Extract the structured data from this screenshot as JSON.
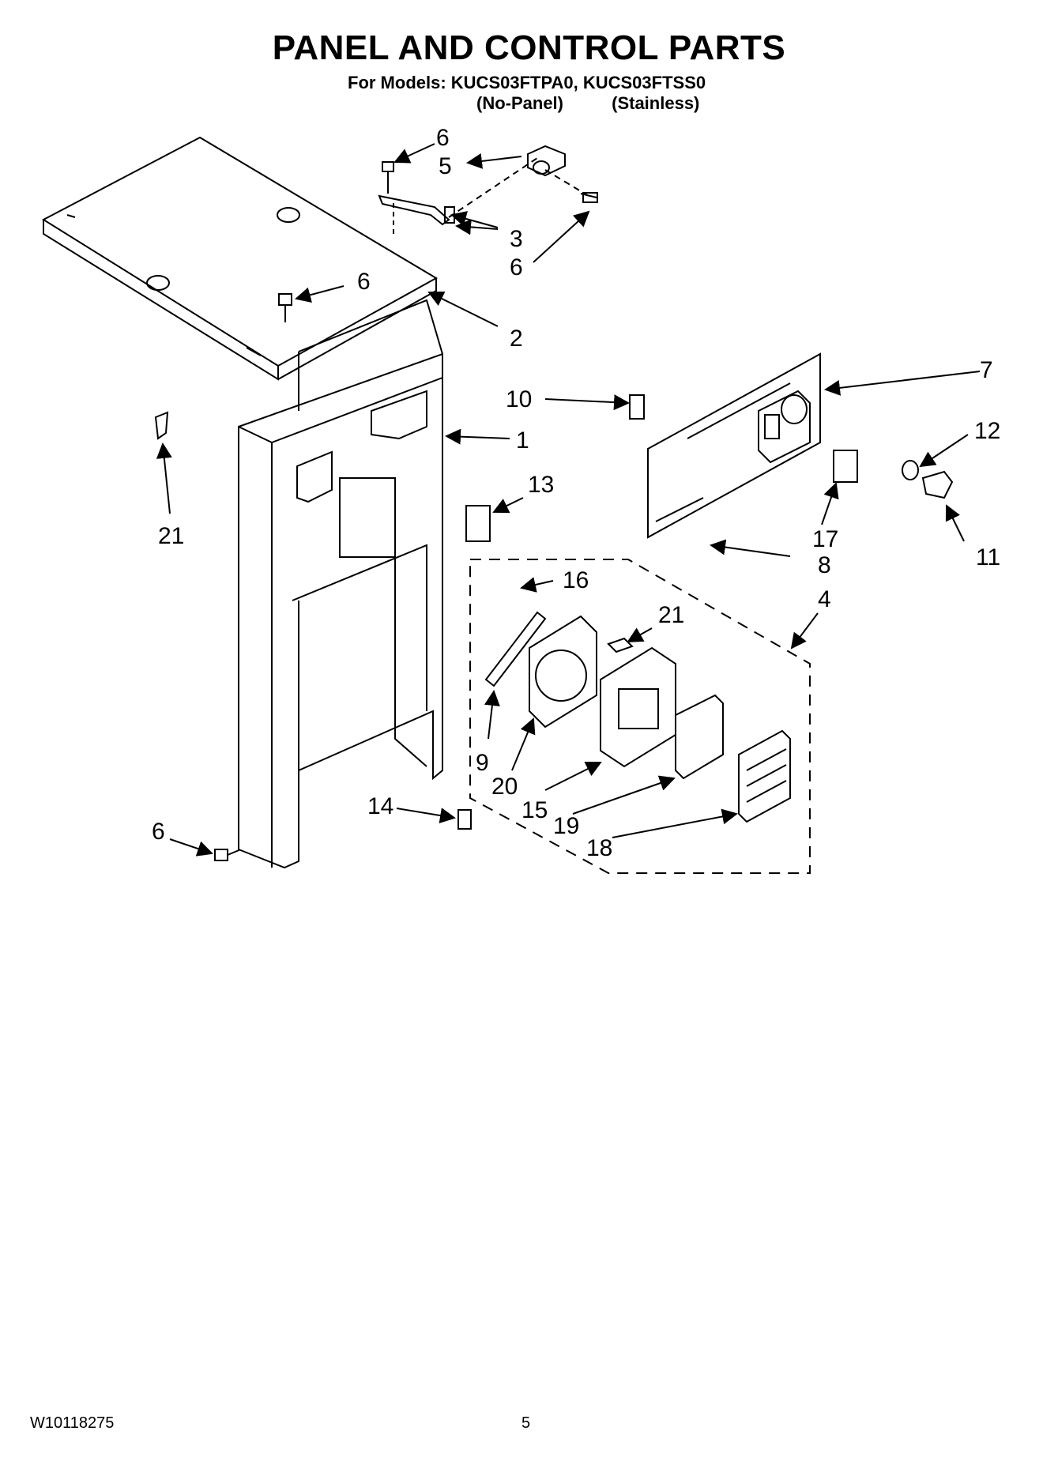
{
  "title": "PANEL AND CONTROL PARTS",
  "models_line": "For Models: KUCS03FTPA0, KUCS03FTSS0",
  "variants_line": "(No-Panel)          (Stainless)",
  "footer": {
    "doc_code": "W10118275",
    "page_number": "5"
  },
  "callouts": [
    {
      "id": "c6a",
      "label": "6"
    },
    {
      "id": "c5",
      "label": "5"
    },
    {
      "id": "c3",
      "label": "3"
    },
    {
      "id": "c6b",
      "label": "6"
    },
    {
      "id": "c6c",
      "label": "6"
    },
    {
      "id": "c2",
      "label": "2"
    },
    {
      "id": "c7",
      "label": "7"
    },
    {
      "id": "c10",
      "label": "10"
    },
    {
      "id": "c1",
      "label": "1"
    },
    {
      "id": "c12",
      "label": "12"
    },
    {
      "id": "c13",
      "label": "13"
    },
    {
      "id": "c21a",
      "label": "21"
    },
    {
      "id": "c17",
      "label": "17"
    },
    {
      "id": "c11",
      "label": "11"
    },
    {
      "id": "c8",
      "label": "8"
    },
    {
      "id": "c16",
      "label": "16"
    },
    {
      "id": "c4",
      "label": "4"
    },
    {
      "id": "c21b",
      "label": "21"
    },
    {
      "id": "c9",
      "label": "9"
    },
    {
      "id": "c20",
      "label": "20"
    },
    {
      "id": "c15",
      "label": "15"
    },
    {
      "id": "c19",
      "label": "19"
    },
    {
      "id": "c18",
      "label": "18"
    },
    {
      "id": "c14",
      "label": "14"
    },
    {
      "id": "c6d",
      "label": "6"
    }
  ]
}
